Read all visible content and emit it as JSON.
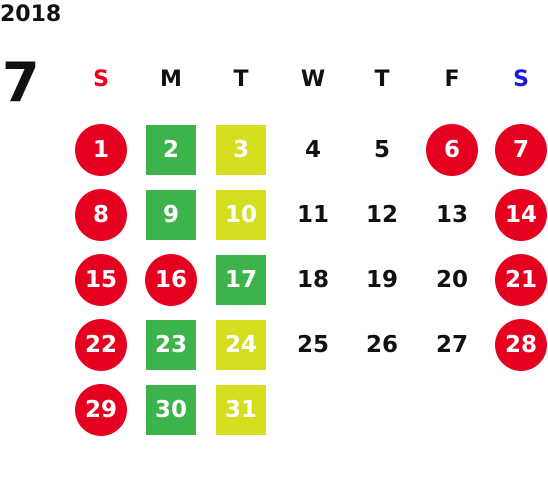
{
  "calendar": {
    "year": "2018",
    "month": "7",
    "weekdays": [
      {
        "label": "S",
        "color": "#e8001c"
      },
      {
        "label": "M",
        "color": "#111111"
      },
      {
        "label": "T",
        "color": "#111111"
      },
      {
        "label": "W",
        "color": "#111111"
      },
      {
        "label": "T",
        "color": "#111111"
      },
      {
        "label": "F",
        "color": "#111111"
      },
      {
        "label": "S",
        "color": "#1a1adb"
      }
    ],
    "colors": {
      "holiday_red": "#e60020",
      "green": "#3cb44b",
      "yellow": "#d4de1f",
      "text": "#111111"
    },
    "weeks": [
      [
        {
          "d": "1",
          "s": "red"
        },
        {
          "d": "2",
          "s": "green"
        },
        {
          "d": "3",
          "s": "yellow"
        },
        {
          "d": "4",
          "s": "plain"
        },
        {
          "d": "5",
          "s": "plain"
        },
        {
          "d": "6",
          "s": "red"
        },
        {
          "d": "7",
          "s": "red"
        }
      ],
      [
        {
          "d": "8",
          "s": "red"
        },
        {
          "d": "9",
          "s": "green"
        },
        {
          "d": "10",
          "s": "yellow"
        },
        {
          "d": "11",
          "s": "plain"
        },
        {
          "d": "12",
          "s": "plain"
        },
        {
          "d": "13",
          "s": "plain"
        },
        {
          "d": "14",
          "s": "red"
        }
      ],
      [
        {
          "d": "15",
          "s": "red"
        },
        {
          "d": "16",
          "s": "red"
        },
        {
          "d": "17",
          "s": "green"
        },
        {
          "d": "18",
          "s": "plain"
        },
        {
          "d": "19",
          "s": "plain"
        },
        {
          "d": "20",
          "s": "plain"
        },
        {
          "d": "21",
          "s": "red"
        }
      ],
      [
        {
          "d": "22",
          "s": "red"
        },
        {
          "d": "23",
          "s": "green"
        },
        {
          "d": "24",
          "s": "yellow"
        },
        {
          "d": "25",
          "s": "plain"
        },
        {
          "d": "26",
          "s": "plain"
        },
        {
          "d": "27",
          "s": "plain"
        },
        {
          "d": "28",
          "s": "red"
        }
      ],
      [
        {
          "d": "29",
          "s": "red"
        },
        {
          "d": "30",
          "s": "green"
        },
        {
          "d": "31",
          "s": "yellow"
        }
      ]
    ]
  }
}
